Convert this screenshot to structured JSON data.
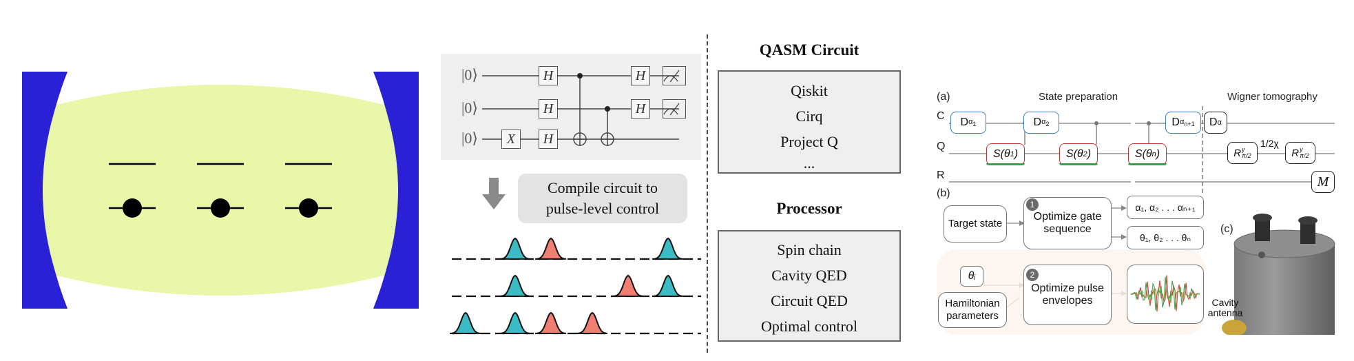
{
  "cavity": {
    "colors": {
      "mirror": "#2a21d6",
      "field": "#e8f7a8",
      "line": "#000000"
    },
    "atom_count": 3
  },
  "compile": {
    "kets": [
      "|0⟩",
      "|0⟩",
      "|0⟩"
    ],
    "gates": {
      "h": "H",
      "x": "X"
    },
    "label_line1": "Compile circuit to",
    "label_line2": "pulse-level control",
    "pulse_colors": {
      "teal": "#3bbcc4",
      "red": "#f07e72"
    }
  },
  "qasm": {
    "title": "QASM Circuit",
    "items": [
      "Qiskit",
      "Cirq",
      "Project Q",
      "..."
    ]
  },
  "processor": {
    "title": "Processor",
    "items": [
      "Spin chain",
      "Cavity QED",
      "Circuit QED",
      "Optimal control"
    ]
  },
  "wigner": {
    "label_a": "(a)",
    "label_b": "(b)",
    "label_c": "(c)",
    "state_prep": "State preparation",
    "wigner_tomo": "Wigner tomography",
    "rows": [
      "C",
      "Q",
      "R"
    ],
    "d_gates": [
      "D",
      "D",
      "D"
    ],
    "d_subs": [
      "α",
      "α",
      "α"
    ],
    "d_subsubs": [
      "1",
      "2",
      "n+1"
    ],
    "d_alpha": "D",
    "d_alpha_sub": "α",
    "s_gates": [
      "S(θ",
      "S(θ",
      "S(θ"
    ],
    "s_subs": [
      "1",
      "2",
      "n"
    ],
    "rot_gate": "R",
    "rot_sup": "y",
    "rot_sub": "π/2",
    "wait": "1/2χ",
    "measure": "M",
    "target": "Target state",
    "opt_gate": "Optimize gate sequence",
    "opt_gate_num": "1",
    "alphas": "α₁, α₂ . . . αₙ₊₁",
    "thetas": "θ₁, θ₂ . . . θₙ",
    "theta_i": "θᵢ",
    "ham": "Hamiltonian parameters",
    "opt_pulse": "Optimize pulse envelopes",
    "opt_pulse_num": "2",
    "antenna": "Cavity antenna",
    "colors": {
      "blue": "#3c7fc4",
      "green": "#3aa04b",
      "red": "#c8342f",
      "signal_green": "#4aa84a",
      "signal_red": "#d64a3a"
    }
  }
}
